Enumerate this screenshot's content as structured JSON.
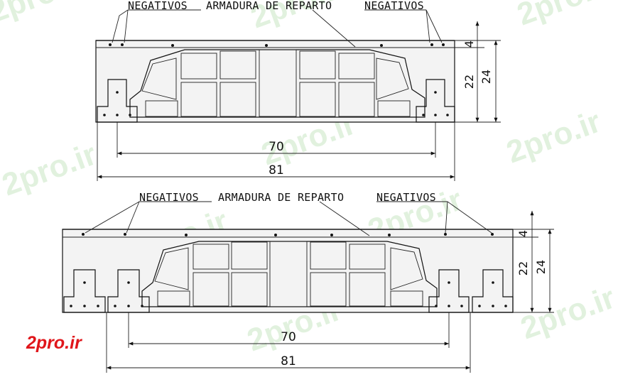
{
  "watermark": {
    "text": "2pro.ir",
    "color": "#c9e6c4"
  },
  "logo": {
    "text": "2pro.ir",
    "color": "#e0161b"
  },
  "details": [
    {
      "labels": {
        "negatives_left": "NEGATIVOS",
        "reparto": "ARMADURA DE REPARTO",
        "negatives_right": "NEGATIVOS"
      },
      "dims": {
        "inner_width": "70",
        "total_width": "81",
        "topping": "4",
        "block_height": "22",
        "total_height": "24"
      }
    },
    {
      "labels": {
        "negatives_left": "NEGATIVOS",
        "reparto": "ARMADURA DE REPARTO",
        "negatives_right": "NEGATIVOS"
      },
      "dims": {
        "inner_width": "70",
        "total_width": "81",
        "topping": "4",
        "block_height": "22",
        "total_height": "24"
      }
    }
  ]
}
